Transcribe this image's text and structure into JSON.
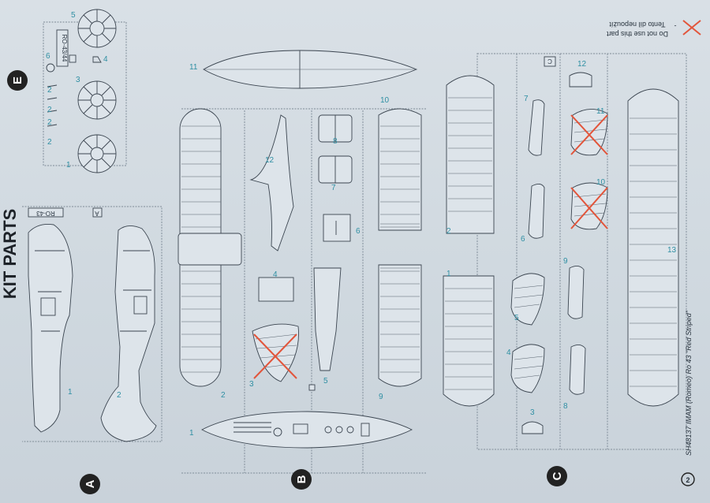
{
  "title": "KIT PARTS",
  "footer": {
    "page": "2",
    "text": "SH48137 IMAM (Romeo) Ro 43 \"Red Striped\""
  },
  "legend": {
    "line1": "Tento díl nepoužít",
    "line2": "Do not use this part",
    "dash": "-"
  },
  "sprues": [
    "A",
    "B",
    "C",
    "E"
  ],
  "sprue_tags": {
    "a_code": "RO-43",
    "a_letter": "A",
    "e_code": "RO-43/44",
    "c_letter": "C"
  },
  "numbers": {
    "e": [
      "5",
      "6",
      "3",
      "4",
      "2",
      "2",
      "2",
      "2",
      "1"
    ],
    "a": [
      "1",
      "2"
    ],
    "b": [
      "11",
      "12",
      "8",
      "7",
      "6",
      "10",
      "4",
      "3",
      "5",
      "2",
      "9",
      "1"
    ],
    "c": [
      "12",
      "2",
      "7",
      "11",
      "10",
      "6",
      "9",
      "13",
      "1",
      "5",
      "4",
      "8",
      "3"
    ]
  }
}
